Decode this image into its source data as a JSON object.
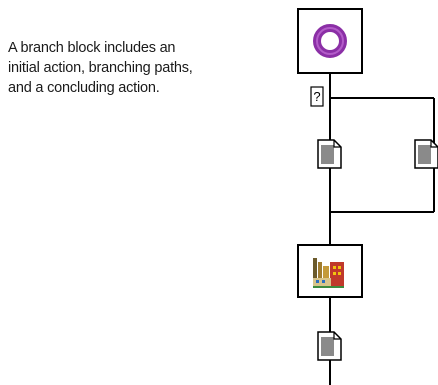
{
  "caption": {
    "line1": "A branch block includes an",
    "line2": "initial action, branching paths,",
    "line3": "and a concluding action."
  },
  "branch_marker": "?",
  "colors": {
    "line": "#000000",
    "initial_icon": "#8b2fa6",
    "doc_icon": "#8a8a8a"
  },
  "icons": {
    "initial": "purple-swirl-icon",
    "concluding": "factory-building-icon",
    "path": "document-icon"
  }
}
